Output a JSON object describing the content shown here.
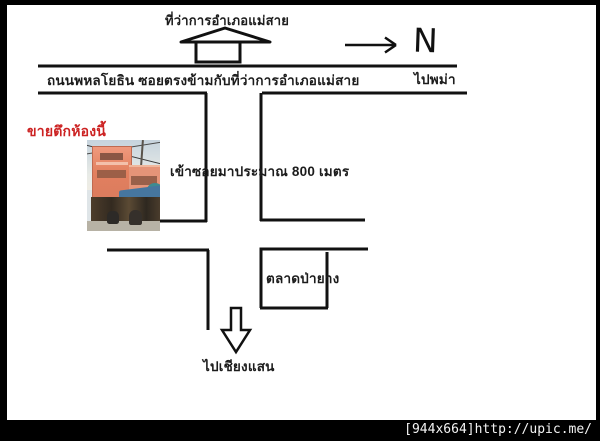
{
  "map": {
    "district_office_label": "ที่ว่าการอำเภอแม่สาย",
    "road_label": "ถนนพหลโยธิน ซอยตรงข้ามกับที่ว่าการอำเภอแม่สาย",
    "to_myanmar_label": "ไปพม่า",
    "north_letter": "N",
    "for_sale_label": "ขายตึกห้องนี้",
    "soi_distance_label": "เข้าซอยมาประมาณ 800 เมตร",
    "market_label": "ตลาดป่ายาง",
    "to_chiang_saen_label": "ไปเชียงแสน"
  },
  "colors": {
    "line": "#111111",
    "for_sale_text": "#cc2222",
    "canvas_bg": "#ffffff",
    "frame_bg": "#000000",
    "footer_text": "#f4f4f4"
  },
  "footer": {
    "text": "[944x664]http://upic.me/"
  }
}
